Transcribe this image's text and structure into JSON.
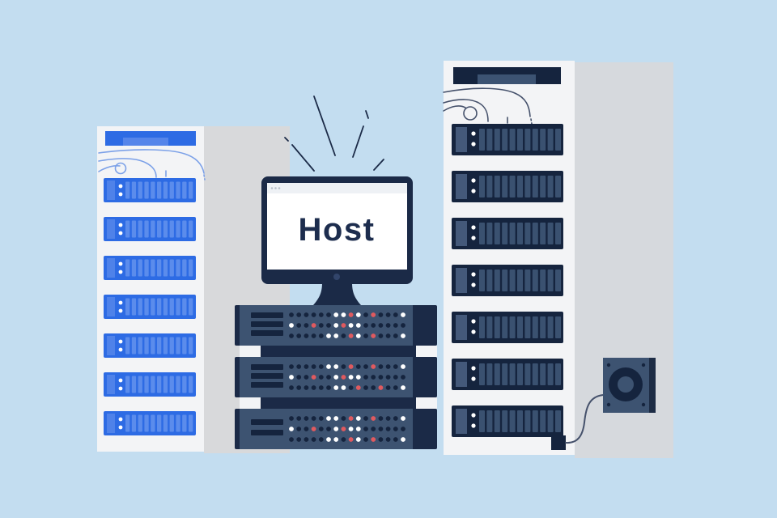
{
  "illustration": {
    "label": "web-hosting-servers-illustration",
    "monitor": {
      "screen_text": "Host",
      "browser_dot_count": 3
    },
    "left_rack": {
      "unit_count": 7,
      "slats_per_unit": 11,
      "led_dots_per_unit": 2
    },
    "right_rack": {
      "unit_count": 7,
      "slats_per_unit": 11,
      "led_dots_per_unit": 2
    },
    "server_stack": {
      "unit_count": 3,
      "leds_per_row": 16,
      "units": [
        {
          "vent_bars": 3,
          "led_rows": [
            "nnnnnnwwrwnrnnnw",
            "wnnrnnwrwwnnnnnn",
            "nnnnnwwnrwnrnnnw"
          ]
        },
        {
          "vent_bars": 3,
          "led_rows": [
            "nnnnnwwnrnnrnnnw",
            "wnnrnnwrwwnnnnnn",
            "nnnnnnwwnrnnrnnw"
          ]
        },
        {
          "vent_bars": 2,
          "led_rows": [
            "nnnnnwwnrwnrnnnw",
            "wnnrnnwrwwnnnnnn",
            "nnnnnwwnrwnrnnnw"
          ]
        }
      ]
    },
    "fan": {
      "screw_count": 4
    },
    "spark_count": 6,
    "colors": {
      "background": "#c3ddf0",
      "rack_white": "#f3f4f6",
      "rack_gray_left": "#d8d9db",
      "rack_gray_right": "#d6d9dd",
      "blue": "#2d6be4",
      "blue_slat": "#5b8cec",
      "blue_strip": "#4f82e9",
      "blue_header_inner": "#5585ea",
      "navy": "#15243e",
      "navy_frame": "#1b2a47",
      "steel": "#3d5371",
      "steel_light": "#44597a",
      "steel_slat": "#3a5170",
      "red": "#e05a5f",
      "white": "#ffffff",
      "text_navy": "#1d2d4e",
      "cable_blue": "#7ca1e8",
      "cable_dark": "#45516b",
      "browser_bar": "#eef1f5",
      "browser_dot": "#b9c0cb",
      "camera_dot": "#32456b"
    }
  }
}
